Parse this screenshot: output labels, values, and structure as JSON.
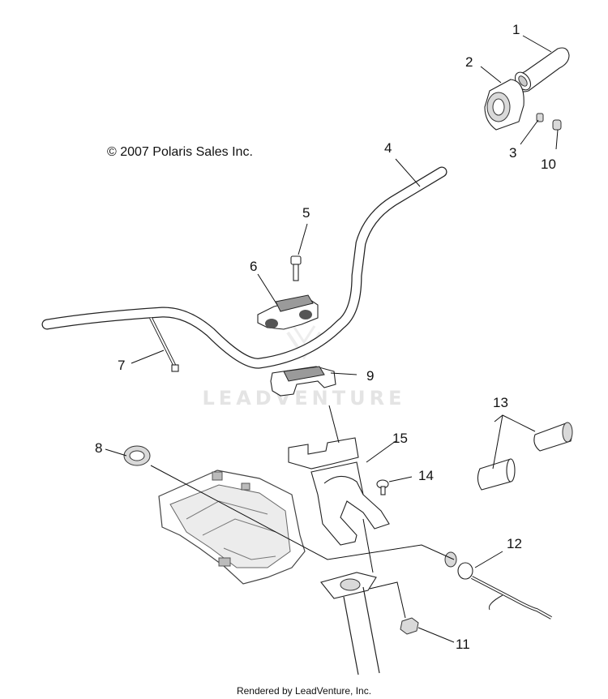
{
  "copyright": "© 2007 Polaris Sales Inc.",
  "watermark": "LEADVENTURE",
  "footer": "Rendered by LeadVenture, Inc.",
  "callouts": {
    "c1": "1",
    "c2": "2",
    "c3": "3",
    "c4": "4",
    "c5": "5",
    "c6": "6",
    "c7": "7",
    "c8": "8",
    "c9": "9",
    "c10": "10",
    "c11": "11",
    "c12": "12",
    "c13": "13",
    "c14": "14",
    "c15": "15"
  }
}
